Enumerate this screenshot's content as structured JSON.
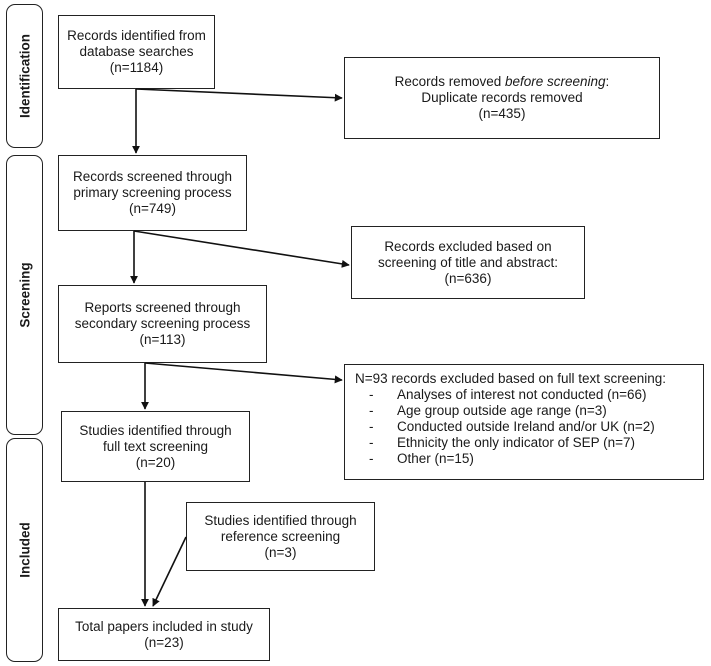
{
  "phases": {
    "identification": "Identification",
    "screening": "Screening",
    "included": "Included"
  },
  "boxes": {
    "db_records": [
      "Records identified from",
      "database searches",
      "(n=1184)"
    ],
    "removed": {
      "line1_prefix": "Records removed ",
      "line1_em": "before screening",
      "line1_suffix": ":",
      "line2": "Duplicate records removed",
      "line3": "(n=435)"
    },
    "primary": [
      "Records screened through",
      "primary screening process",
      "(n=749)"
    ],
    "excluded_ta": [
      "Records excluded based on",
      "screening of title and abstract:",
      "(n=636)"
    ],
    "secondary": [
      "Reports screened through",
      "secondary screening process",
      "(n=113)"
    ],
    "excluded_ft": {
      "title": "N=93 records excluded based on full text screening:",
      "items": [
        "Analyses of interest not conducted (n=66)",
        "Age group outside age range (n=3)",
        "Conducted outside Ireland and/or UK (n=2)",
        "Ethnicity the only indicator of SEP (n=7)",
        "Other (n=15)"
      ],
      "bullet": "-"
    },
    "fulltext": [
      "Studies identified through",
      "full text screening",
      "(n=20)"
    ],
    "reference": [
      "Studies identified through",
      "reference screening",
      "(n=3)"
    ],
    "total": [
      "Total papers included in study",
      "(n=23)"
    ]
  }
}
